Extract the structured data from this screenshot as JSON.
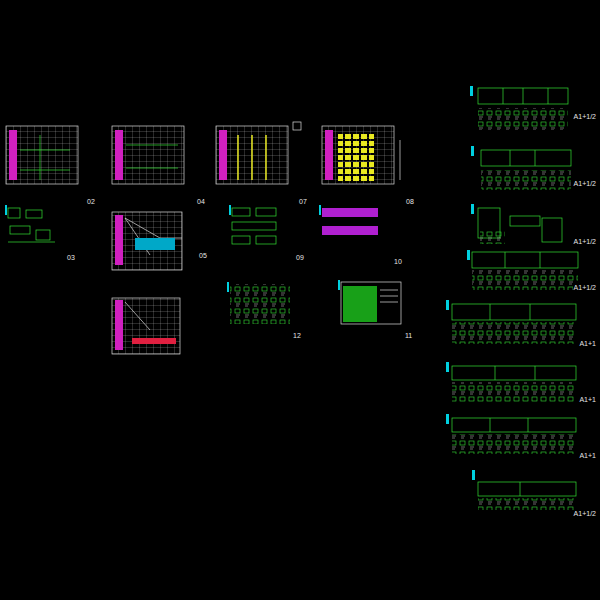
{
  "diagram": {
    "labels": [
      "02",
      "04",
      "07",
      "08",
      "03",
      "05",
      "09",
      "10",
      "12",
      "11",
      "A1+1/2",
      "A1+1/2",
      "A1+1/2",
      "A1+1/2",
      "A1+1",
      "A1+1",
      "A1+1",
      "A1+1/2"
    ]
  }
}
